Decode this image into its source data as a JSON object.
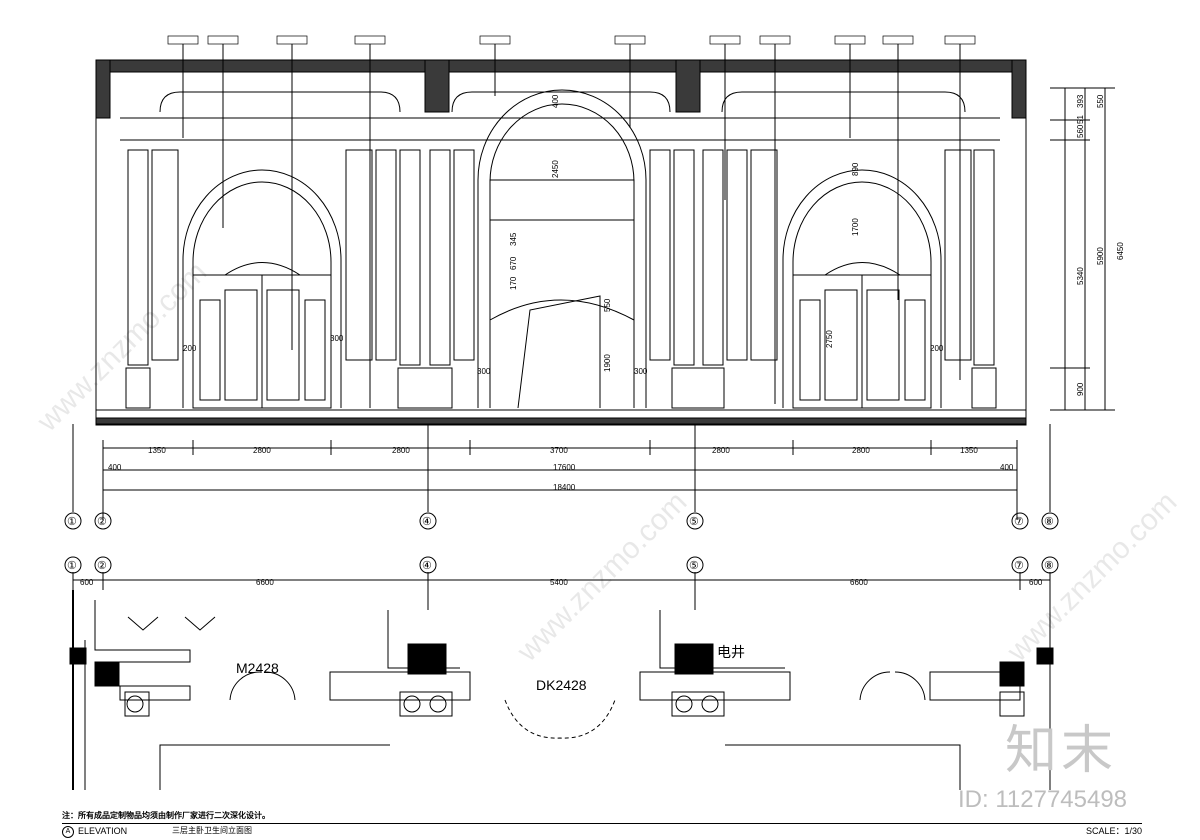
{
  "elevation": {
    "dims_top_row": [
      "1350",
      "2800",
      "2800",
      "3700",
      "2800",
      "2800",
      "1350"
    ],
    "dim_edge_left": "400",
    "dim_edge_right": "400",
    "dim_total_inner": "17600",
    "dim_total_outer": "18400",
    "dims_right_col": [
      "550",
      "393",
      "560",
      "51",
      "5340",
      "5900",
      "6450",
      "900"
    ],
    "dims_center": [
      "400",
      "2450",
      "345",
      "670",
      "170",
      "550",
      "1900",
      "300",
      "300"
    ],
    "dims_right_arch": [
      "890",
      "1700",
      "2750",
      "200",
      "200",
      "300"
    ],
    "grid_axes": [
      "①",
      "②",
      "④",
      "⑤",
      "⑦",
      "⑧"
    ]
  },
  "plan": {
    "dims": [
      "600",
      "6600",
      "5400",
      "6600",
      "600"
    ],
    "grid_axes": [
      "①",
      "②",
      "④",
      "⑤",
      "⑦",
      "⑧"
    ],
    "door_left": "M2428",
    "door_center": "DK2428",
    "shaft_label": "电井"
  },
  "note": "注：所有成品定制物品均须由制作厂家进行二次深化设计。",
  "title_block": {
    "marker": "A",
    "view_label": "ELEVATION",
    "drawing_title": "三层主卧卫生间立面图",
    "scale": "SCALE：1/30"
  },
  "watermark": {
    "logo_text": "知末",
    "id_text": "ID: 1127745498",
    "site_text": "www.znzmo.com"
  },
  "colors": {
    "line": "#000000",
    "fill_dark": "#3a3a3a",
    "watermark": "#c8c8c8"
  }
}
